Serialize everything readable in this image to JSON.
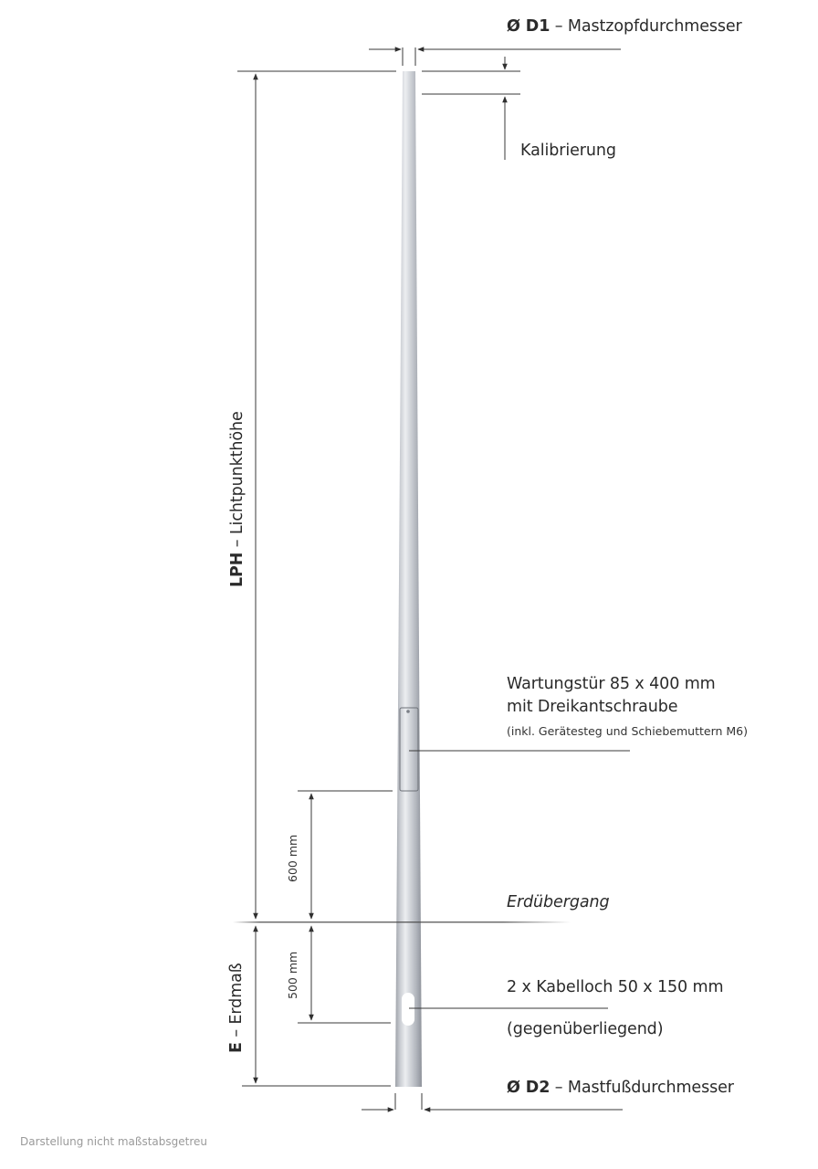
{
  "diagram": {
    "type": "technical-drawing",
    "subject": "Konischer Lichtmast (tapered lighting pole)",
    "colors": {
      "line": "#4a4a4a",
      "pole_light": "#e4e6ea",
      "pole_mid": "#b9bcc3",
      "pole_dark": "#8e929a",
      "text": "#2a2a2a",
      "footnote": "#9a9a9a"
    }
  },
  "labels": {
    "d1": {
      "symbol": "Ø D1",
      "dash": " – ",
      "text": "Mastzopfdurchmesser"
    },
    "calibration": {
      "text": "Kalibrierung"
    },
    "lph": {
      "symbol": "LPH",
      "dash": " – ",
      "text": "Lichtpunkthöhe"
    },
    "door": {
      "line1": "Wartungstür 85 x 400 mm",
      "line2": "mit Dreikantschraube",
      "line3": "(inkl. Gerätesteg und Schiebemuttern M6)"
    },
    "dim_600": {
      "text": "600 mm"
    },
    "ground": {
      "text": "Erdübergang"
    },
    "dim_500": {
      "text": "500 mm"
    },
    "erdmass": {
      "symbol": "E",
      "dash": " – ",
      "text": "Erdmaß"
    },
    "cable": {
      "line1": "2 x Kabelloch 50 x 150 mm",
      "line2": "(gegenüberliegend)"
    },
    "d2": {
      "symbol": "Ø D2",
      "dash": " – ",
      "text": "Mastfußdurchmesser"
    }
  },
  "footnote": {
    "text": "Darstellung nicht maßstabsgetreu"
  }
}
